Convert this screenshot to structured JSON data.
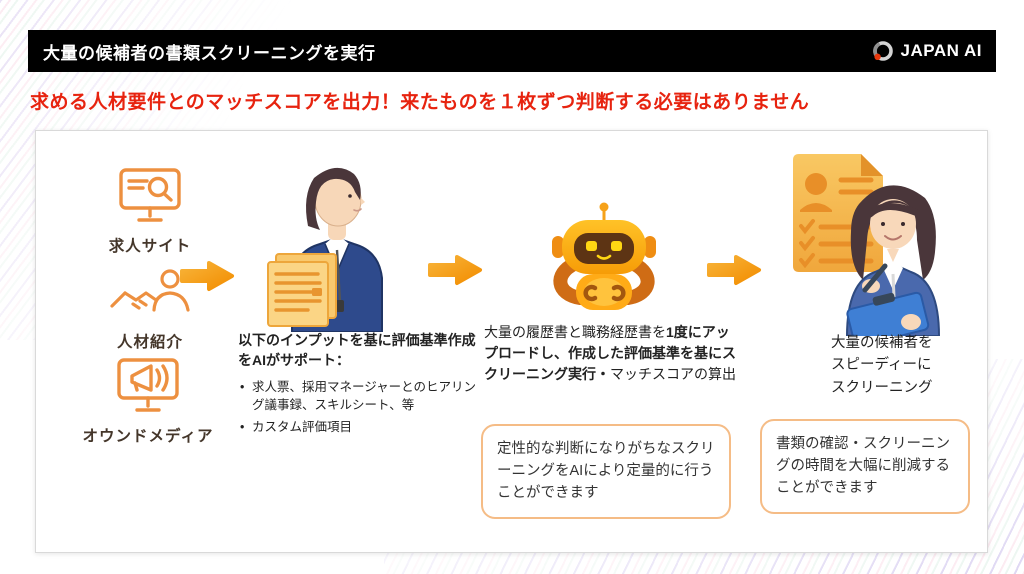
{
  "header": {
    "title": "大量の候補者の書類スクリーニングを実行",
    "logo_text": "JAPAN AI"
  },
  "subtitle": {
    "text": "求める人材要件とのマッチスコアを出力！来たものを１枚ずつ判断する必要はありません"
  },
  "colors": {
    "header_bg": "#000000",
    "subtitle_red": "#e7230f",
    "icon_orange": "#ED9040",
    "arrow_orange_light": "#f8b43a",
    "arrow_orange_dark": "#f28d00",
    "callout_border": "#f5bc86",
    "label_brown": "#44362a"
  },
  "sources": {
    "items": [
      {
        "icon": "job-site-monitor-search-icon",
        "label": "求人サイト"
      },
      {
        "icon": "handshake-referral-icon",
        "label": "人材紹介"
      },
      {
        "icon": "owned-media-megaphone-icon",
        "label": "オウンドメディア"
      }
    ]
  },
  "steps": [
    {
      "illustration": "businesswoman-with-documents",
      "heading": "以下のインプットを基に評価基準作成をAIがサポート：",
      "bullets": [
        "求人票、採用マネージャーとのヒアリング議事録、スキルシート、等",
        "カスタム評価項目"
      ]
    },
    {
      "illustration": "ai-robot",
      "text_regular_start": "大量の履歴書と職務経歴書を",
      "text_bold": "1度にアップロードし、作成した評価基準を基にスクリーニング実行・",
      "text_regular_end": "マッチスコアの算出",
      "callout": "定性的な判断になりがちなスクリーニングをAIにより定量的に行うことができます"
    },
    {
      "illustration": "recruiter-with-clipboard-and-resume",
      "text": "大量の候補者を\nスピーディーに\nスクリーニング",
      "callout": "書類の確認・スクリーニングの時間を大幅に削減することができます"
    }
  ]
}
